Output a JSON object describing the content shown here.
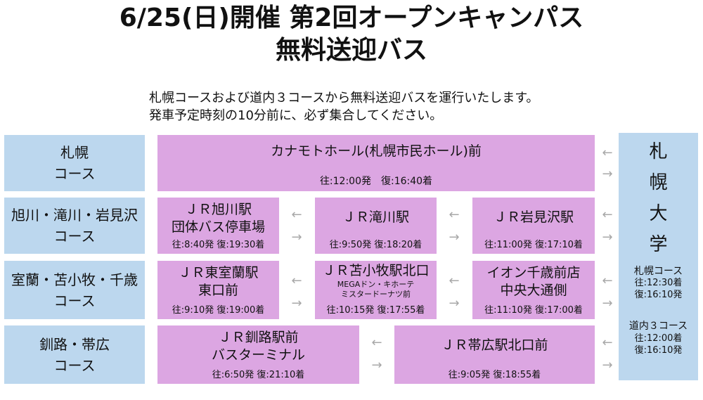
{
  "title": {
    "line1": "6/25(日)開催 第2回オープンキャンパス",
    "line2": "無料送迎バス"
  },
  "intro": {
    "line1": "札幌コースおよび道内３コースから無料送迎バスを運行いたします。",
    "line2": "発車予定時刻の10分前に、必ず集合してください。"
  },
  "arrows": {
    "left": "←",
    "right": "→"
  },
  "courses": [
    {
      "line1": "札幌",
      "line2": "コース"
    },
    {
      "line1": "旭川・滝川・岩見沢",
      "line2": "コース"
    },
    {
      "line1": "室蘭・苫小牧・千歳",
      "line2": "コース"
    },
    {
      "line1": "釧路・帯広",
      "line2": "コース"
    }
  ],
  "stops": {
    "sapporo": {
      "name": "カナモトホール(札幌市民ホール)前",
      "time": "往:12:00発　復:16:40着"
    },
    "asahikawa": {
      "line1": "ＪＲ旭川駅",
      "line2": "団体バス停車場",
      "time": "往:8:40発 復:19:30着"
    },
    "takikawa": {
      "name": "ＪＲ滝川駅",
      "time": "往:9:50発 復:18:20着"
    },
    "iwamizawa": {
      "name": "ＪＲ岩見沢駅",
      "time": "往:11:00発 復:17:10着"
    },
    "higashimuroran": {
      "line1": "ＪＲ東室蘭駅",
      "line2": "東口前",
      "time": "往:9:10発 復:19:00着"
    },
    "tomakomai": {
      "line1": "ＪＲ苫小牧駅北口",
      "sub1": "MEGAドン・キホーテ",
      "sub2": "ミスタードーナツ前",
      "time": "往:10:15発 復:17:55着"
    },
    "chitose": {
      "line1": "イオン千歳前店",
      "line2": "中央大通側",
      "time": "往:11:10発 復:17:00着"
    },
    "kushiro": {
      "line1": "ＪＲ釧路駅前",
      "line2": "バスターミナル",
      "time": "往:6:50発 復:21:10着"
    },
    "obihiro": {
      "name": "ＪＲ帯広駅北口前",
      "time": "往:9:05発 復:18:55着"
    }
  },
  "destination": {
    "chars": [
      "札",
      "幌",
      "大",
      "学"
    ],
    "sapporo_course": {
      "label": "札幌コース",
      "outbound": "往:12:30着",
      "return": "復:16:10発"
    },
    "hokkaido_course": {
      "label": "道内３コース",
      "outbound": "往:12:00着",
      "return": "復:16:10発"
    }
  }
}
